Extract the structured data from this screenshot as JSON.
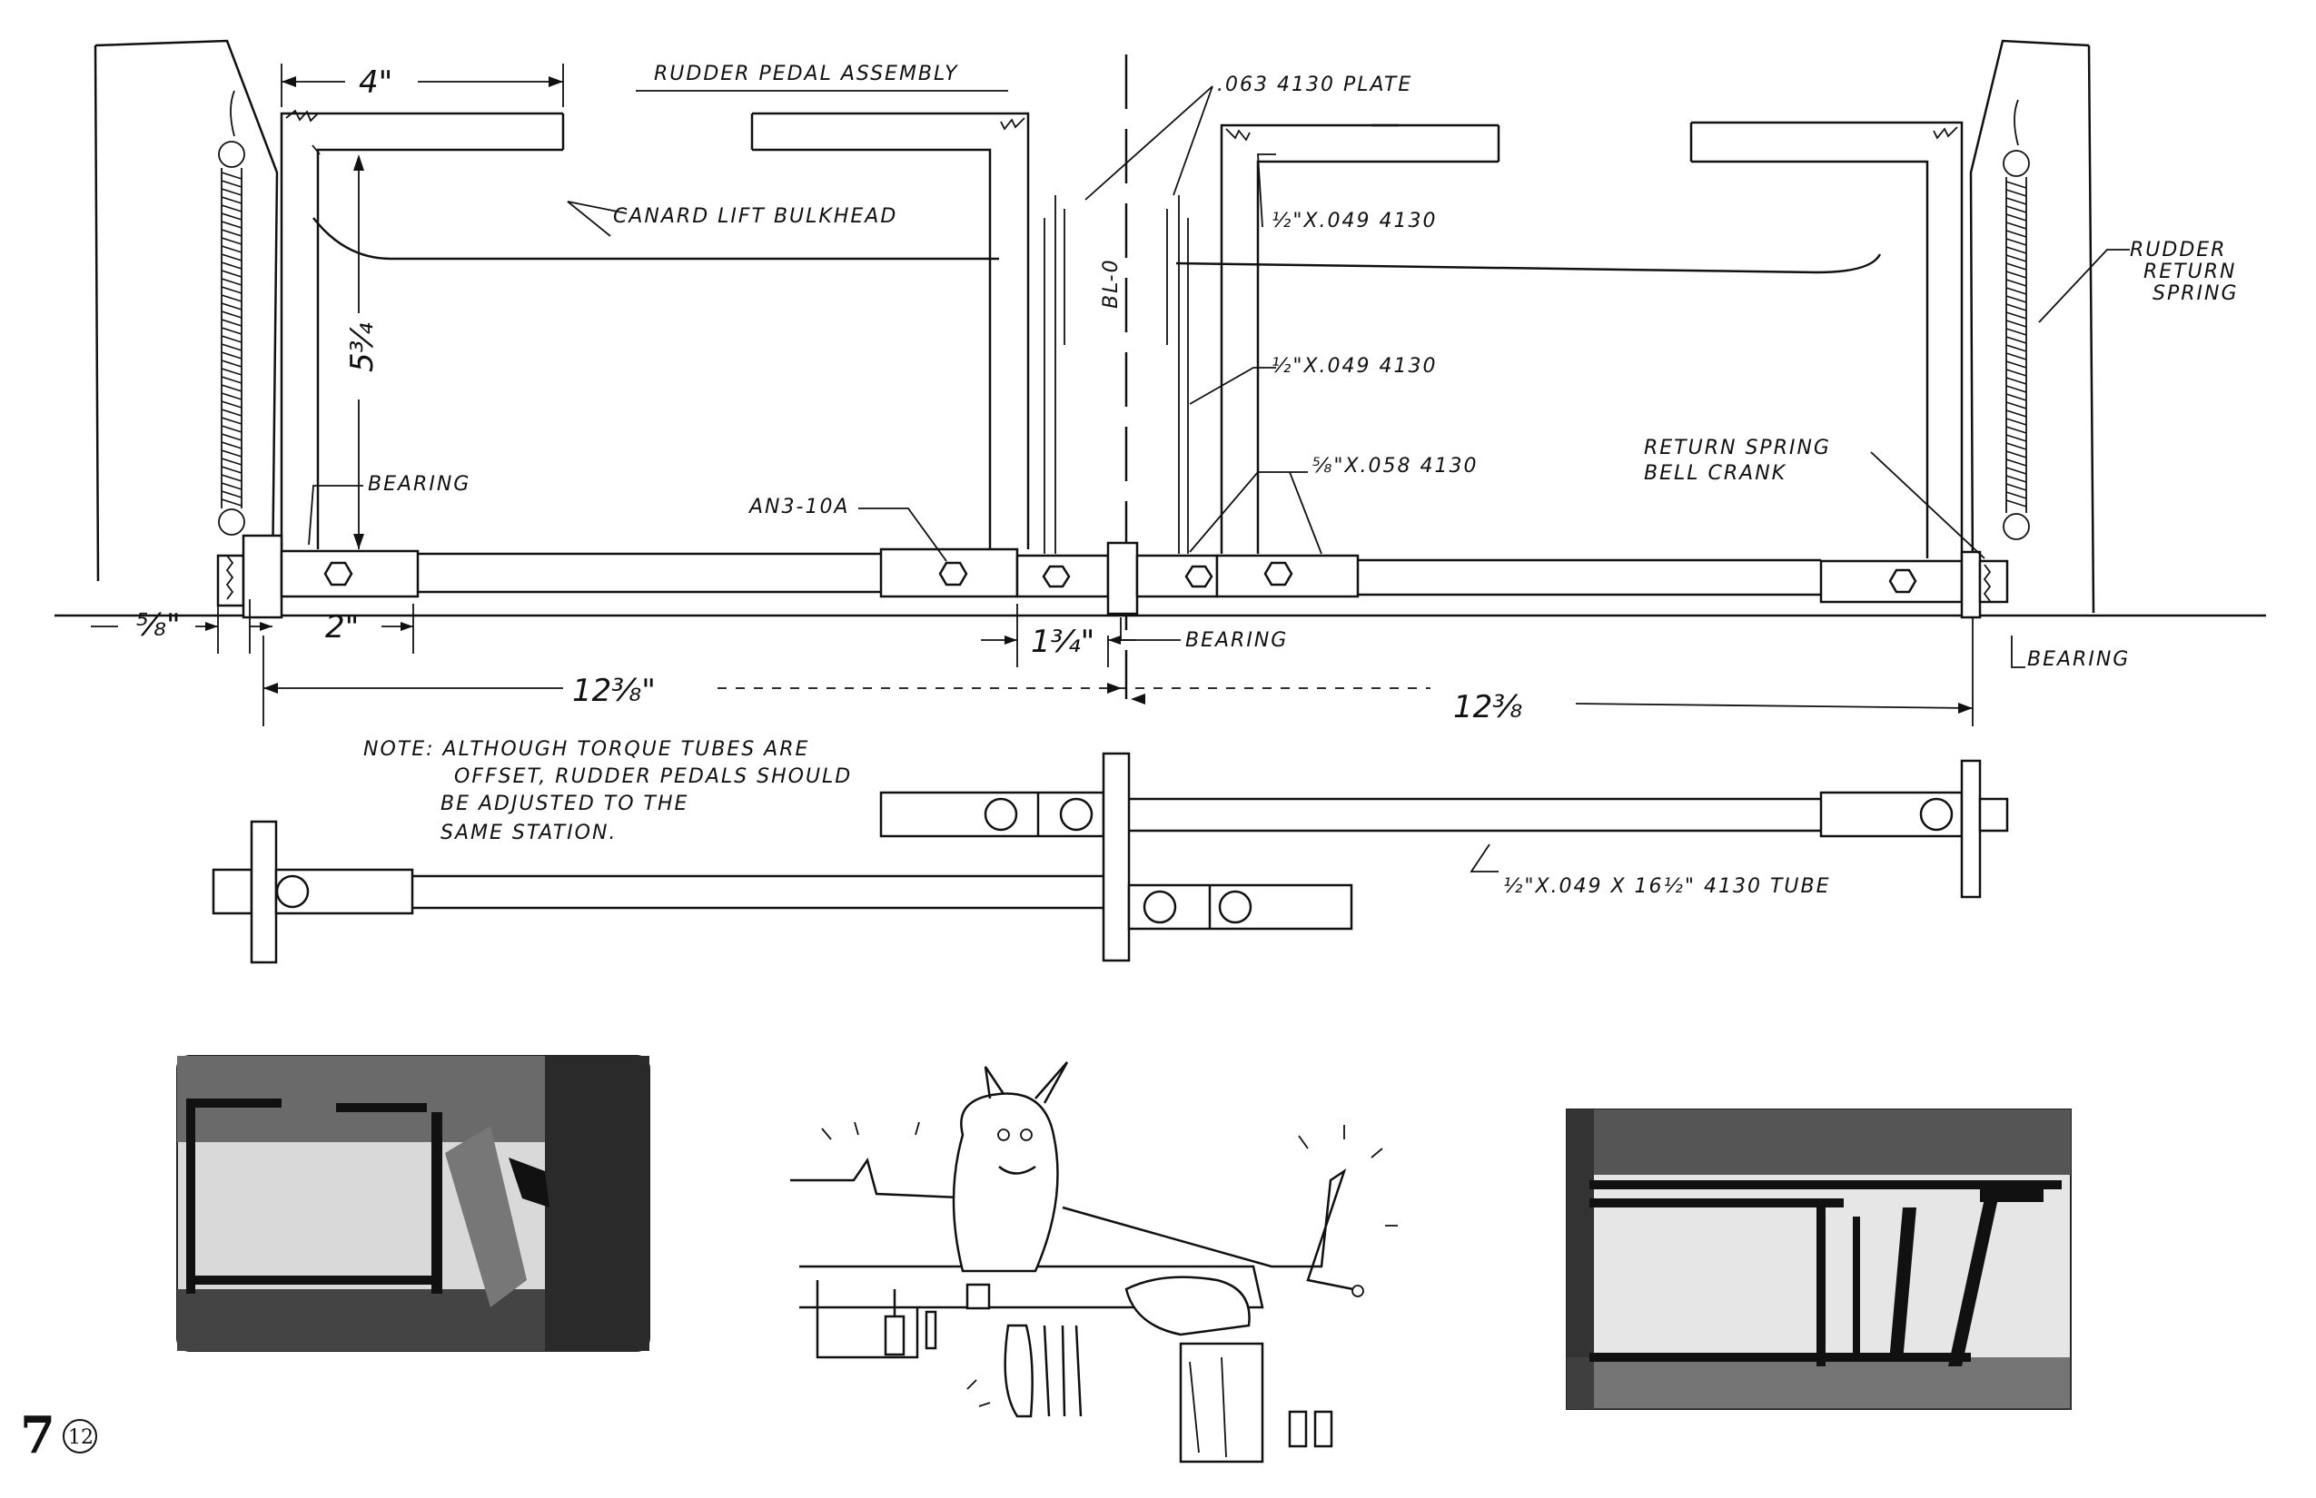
{
  "title": "RUDDER PEDAL ASSEMBLY",
  "labels": {
    "plate": ".063 4130 PLATE",
    "canard_bulkhead": "CANARD LIFT BULKHEAD",
    "tube_half_a": "½\"X.049 4130",
    "tube_half_b": "½\"X.049 4130",
    "bl0": "BL-0",
    "rudder_return_spring": [
      "RUDDER",
      "RETURN",
      "SPRING"
    ],
    "bearing_left": "BEARING",
    "an3": "AN3-10A",
    "tube_58": "⅝\"X.058 4130",
    "bellcrank": [
      "RETURN SPRING",
      "BELL CRANK"
    ],
    "bearing_center": "BEARING",
    "bearing_right": "BEARING",
    "tube_long": "½\"X.049 X 16½\" 4130 TUBE"
  },
  "dimensions": {
    "top_width": "4\"",
    "height": "5¾",
    "left_offset": "⅝\"",
    "left_two": "2\"",
    "center": "1¾\"",
    "span_left": "12⅜\"",
    "span_right": "12⅜"
  },
  "note": [
    "NOTE: ALTHOUGH TORQUE TUBES ARE",
    "OFFSET, RUDDER PEDALS SHOULD",
    "BE ADJUSTED TO THE",
    "SAME STATION."
  ],
  "page_number": "7",
  "chapter_number": "12"
}
